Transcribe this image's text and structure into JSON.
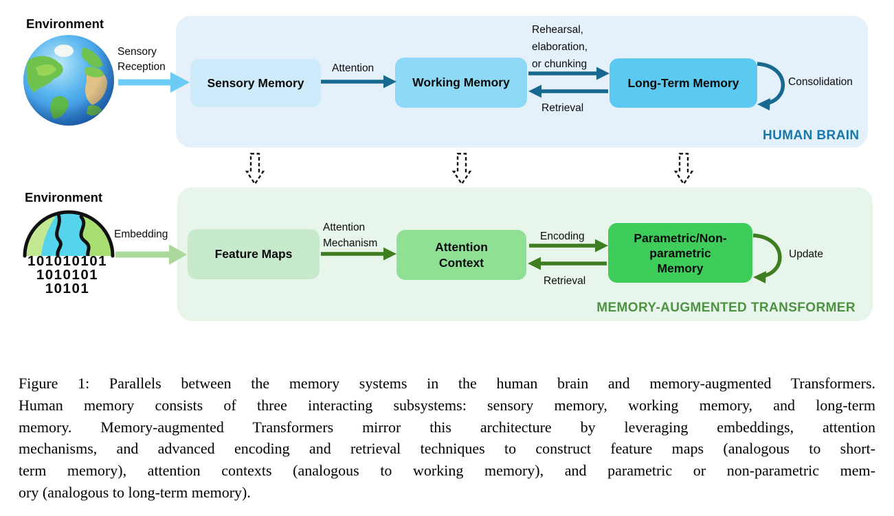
{
  "top_section": {
    "environment_label": "Environment",
    "input_arrow_label": "Sensory\nReception",
    "boxes": {
      "sensory": "Sensory Memory",
      "working": "Working Memory",
      "longterm": "Long-Term Memory"
    },
    "arrow_labels": {
      "attention": "Attention",
      "rehearsal": "Rehearsal,\nelaboration,\nor chunking",
      "retrieval": "Retrieval",
      "consolidation": "Consolidation"
    },
    "section_label": "HUMAN BRAIN"
  },
  "bottom_section": {
    "environment_label": "Environment",
    "binary_lines": [
      "101010101",
      "1010101",
      "10101"
    ],
    "input_arrow_label": "Embedding",
    "boxes": {
      "feature": "Feature Maps",
      "attention_context": "Attention\nContext",
      "parametric": "Parametric/Non-\nparametric\nMemory"
    },
    "arrow_labels": {
      "mechanism": "Attention\nMechanism",
      "encoding": "Encoding",
      "retrieval": "Retrieval",
      "update": "Update"
    },
    "section_label": "MEMORY-AUGMENTED TRANSFORMER"
  },
  "caption": {
    "lines": [
      "Figure 1: Parallels between the memory systems in the human brain and memory-augmented Transformers.",
      "Human memory consists of three interacting subsystems: sensory memory, working memory, and long-term",
      "memory.  Memory-augmented Transformers mirror this architecture by leveraging embeddings, attention",
      "mechanisms, and advanced encoding and retrieval techniques to construct feature maps (analogous to short-",
      "term memory), attention contexts (analogous to working memory), and parametric or non-parametric mem-",
      "ory (analogous to long-term memory)."
    ]
  },
  "colors": {
    "blue-container": "#E4F1FA",
    "box-sensory": "#CDEBFB",
    "box-working": "#8EDAF6",
    "box-ltm": "#5CC9F1",
    "arrow-teal": "#17698F",
    "arrow-lightblue": "#6BCBF2",
    "label-brain": "#1878A8",
    "green-container": "#E7F5EB",
    "box-feature": "#C8EACC",
    "box-attnctx": "#8FE095",
    "box-param": "#3ECC5B",
    "arrow-green": "#3E7D20",
    "arrow-lightgreen": "#ABD99C",
    "label-transformer": "#4D9343"
  }
}
